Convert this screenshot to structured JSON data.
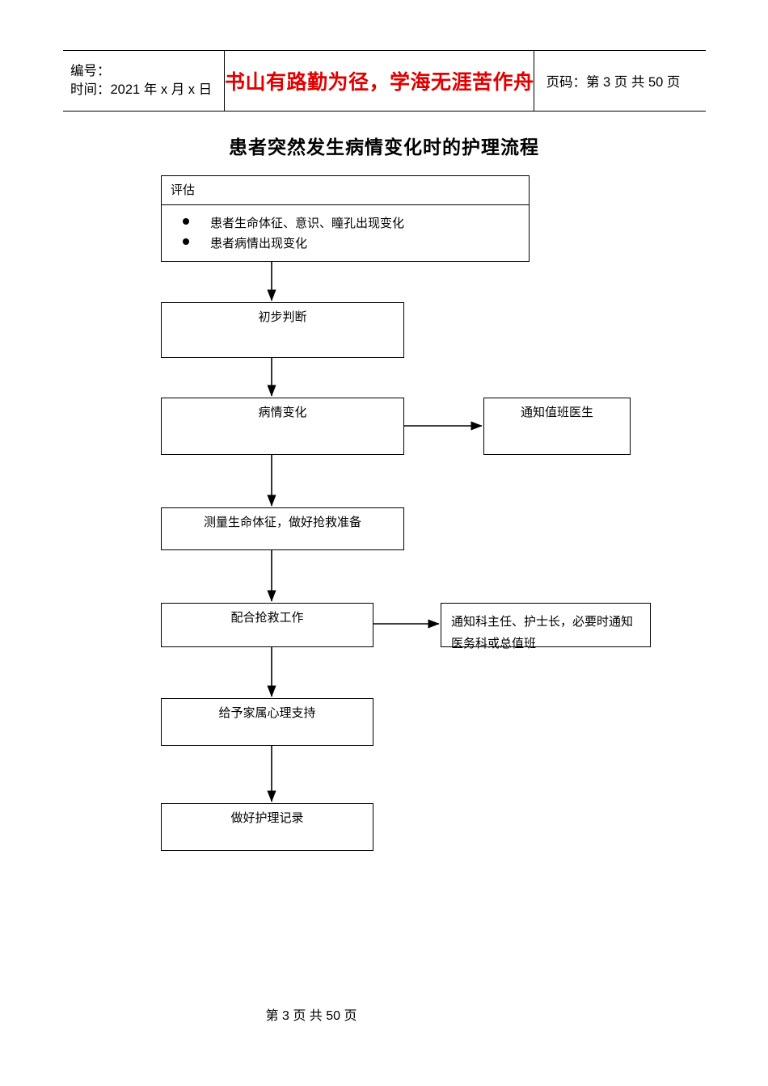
{
  "header": {
    "number_label": "编号：",
    "time_label": "时间：2021 年 x 月 x 日",
    "motto": "书山有路勤为径，学海无涯苦作舟",
    "page_info": "页码：第 3 页  共 50 页",
    "motto_color": "#e00000"
  },
  "title": "患者突然发生病情变化时的护理流程",
  "flow": {
    "assessment": {
      "heading": "评估",
      "bullets": [
        "患者生命体征、意识、瞳孔出现变化",
        "患者病情出现变化"
      ]
    },
    "steps": [
      {
        "id": "initial-judgement",
        "label": "初步判断"
      },
      {
        "id": "condition-change",
        "label": "病情变化"
      },
      {
        "id": "measure-vitals",
        "label": "测量生命体征，做好抢救准备"
      },
      {
        "id": "assist-rescue",
        "label": "配合抢救工作"
      },
      {
        "id": "family-support",
        "label": "给予家属心理支持"
      },
      {
        "id": "nursing-record",
        "label": "做好护理记录"
      }
    ],
    "side_boxes": [
      {
        "id": "notify-duty-doctor",
        "label": "通知值班医生"
      },
      {
        "id": "notify-director",
        "line1": "通知科主任、护士长，必要时通知",
        "line2": "医务科或总值班"
      }
    ]
  },
  "footer": {
    "page_text": "第 3 页 共 50 页"
  }
}
